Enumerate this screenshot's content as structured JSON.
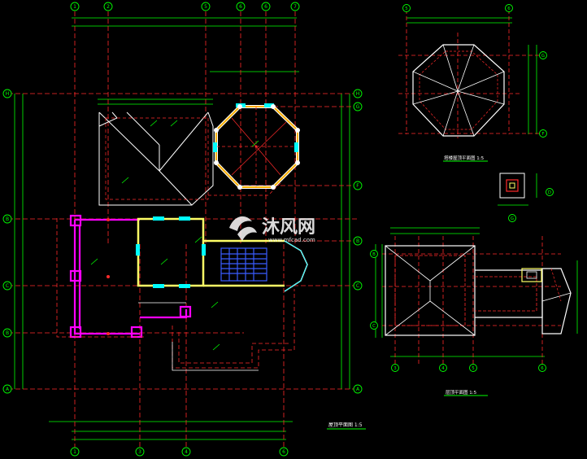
{
  "colors": {
    "background": "#000000",
    "axis_line": "#00ff00",
    "axis_circle": "#00ff00",
    "grid_red": "#ff2a2a",
    "wall_yellow": "#ffff66",
    "wall_white": "#ffffff",
    "magenta": "#ff00ff",
    "cyan": "#00ffff",
    "blue": "#3a5cff",
    "watermark": "#ffffff"
  },
  "axis_labels": {
    "top": [
      "1",
      "2",
      "5",
      "6",
      "6",
      "7"
    ],
    "bottom": [
      "1",
      "3",
      "4",
      "6"
    ],
    "left": [
      "H",
      "B",
      "C",
      "B",
      "A"
    ],
    "right": [
      "H",
      "G",
      "F",
      "B",
      "C",
      "A"
    ],
    "octagon_top": [
      "5",
      "6"
    ],
    "octagon_right": [
      "G",
      "F"
    ],
    "small_plan": [
      "D",
      "G"
    ],
    "roof_bottom": [
      "3",
      "4",
      "5",
      "6"
    ],
    "roof_right": [
      "B",
      "C"
    ]
  },
  "titles": {
    "main_plan": "屋顶平面图  1:5",
    "octagon_plan": "塔楼屋顶平面图  1:5",
    "roof_plan": "层顶平面图  1:5"
  },
  "watermark": {
    "brand_cn": "沐风网",
    "url": "www.mfcad.com"
  }
}
